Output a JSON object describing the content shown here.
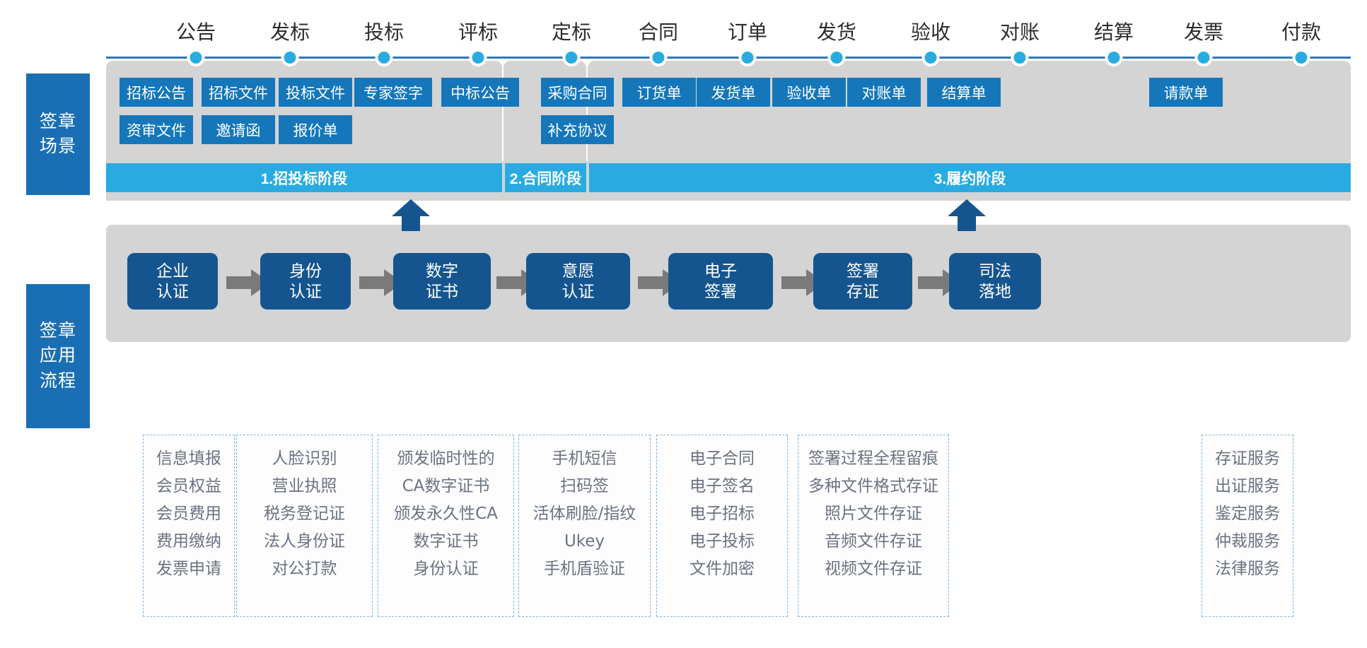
{
  "left_labels": {
    "scene": [
      "签章",
      "场景"
    ],
    "flow": [
      "签章",
      "应用",
      "流程"
    ]
  },
  "timeline": {
    "nodes": [
      "公告",
      "发标",
      "投标",
      "评标",
      "定标",
      "合同",
      "订单",
      "发货",
      "验收",
      "对账",
      "结算",
      "发票",
      "付款"
    ],
    "dot_color": "#29abe2",
    "line_color": "#2f78b5"
  },
  "scene_documents": {
    "row1": [
      "招标公告",
      "招标文件",
      "投标文件",
      "专家签字",
      "中标公告",
      "采购合同",
      "订货单",
      "发货单",
      "验收单",
      "对账单",
      "结算单",
      "请款单"
    ],
    "row2": [
      "资审文件",
      "邀请函",
      "报价单",
      "补充协议"
    ],
    "box_color": "#1577ba"
  },
  "phases": [
    {
      "label": "1.招投标阶段"
    },
    {
      "label": "2.合同阶段"
    },
    {
      "label": "3.履约阶段"
    }
  ],
  "phase_color": "#29abe2",
  "flow_steps": [
    {
      "lines": [
        "企业",
        "认证"
      ]
    },
    {
      "lines": [
        "身份",
        "认证"
      ]
    },
    {
      "lines": [
        "数字",
        "证书"
      ]
    },
    {
      "lines": [
        "意愿",
        "认证"
      ]
    },
    {
      "lines": [
        "电子",
        "签署"
      ]
    },
    {
      "lines": [
        "签署",
        "存证"
      ]
    },
    {
      "lines": [
        "司法",
        "落地"
      ]
    }
  ],
  "flow_box_color": "#15558f",
  "flow_arrow_color": "#7a7a7a",
  "detail_columns": [
    {
      "items": [
        "信息填报",
        "会员权益",
        "会员费用",
        "费用缴纳",
        "发票申请"
      ]
    },
    {
      "items": [
        "人脸识别",
        "营业执照",
        "税务登记证",
        "法人身份证",
        "对公打款"
      ]
    },
    {
      "items": [
        "颁发临时性的",
        "CA数字证书",
        "颁发永久性CA",
        "数字证书",
        "身份认证"
      ]
    },
    {
      "items": [
        "手机短信",
        "扫码签",
        "活体刷脸/指纹",
        "Ukey",
        "手机盾验证"
      ]
    },
    {
      "items": [
        "电子合同",
        "电子签名",
        "电子招标",
        "电子投标",
        "文件加密"
      ]
    },
    {
      "items": [
        "签署过程全程留痕",
        "多种文件格式存证",
        "照片文件存证",
        "音频文件存证",
        "视频文件存证"
      ]
    },
    {
      "items": [
        "存证服务",
        "出证服务",
        "鉴定服务",
        "仲裁服务",
        "法律服务"
      ]
    }
  ],
  "detail_border_color": "#7eb4e0",
  "detail_text_color": "#6b7280"
}
